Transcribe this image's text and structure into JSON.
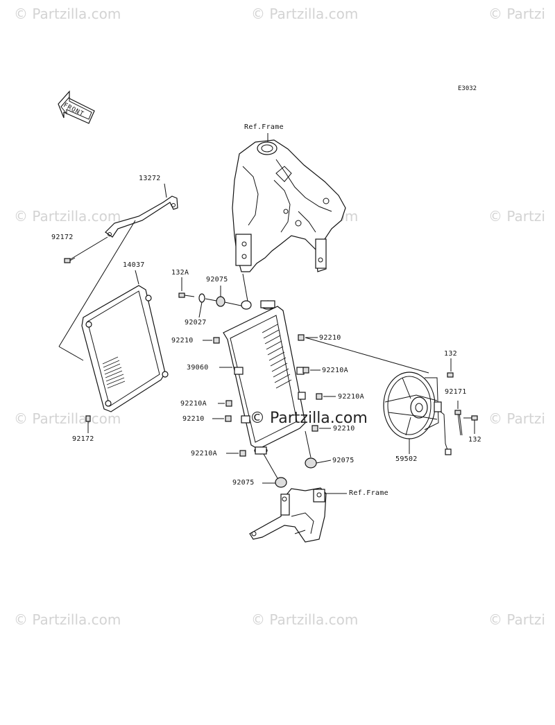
{
  "diagram_code": "E3032",
  "front_arrow_text": "FRONT",
  "watermark_text": "© Partzilla.com",
  "watermark_edge_text": "© Partzi",
  "center_watermark_text": "© Partzilla.com",
  "labels": {
    "ref_frame_top": "Ref.Frame",
    "ref_frame_bottom": "Ref.Frame",
    "p13272": "13272",
    "p92172_top": "92172",
    "p14037": "14037",
    "p92172_bottom": "92172",
    "p132A": "132A",
    "p92075_top": "92075",
    "p92027": "92027",
    "p92210_left1": "92210",
    "p92210_right1": "92210",
    "p39060": "39060",
    "p92210A_right1": "92210A",
    "p92210A_left1": "92210A",
    "p92210A_right2": "92210A",
    "p92210_left2": "92210",
    "p92210_right2": "92210",
    "p92210A_left2": "92210A",
    "p92075_right": "92075",
    "p92075_left": "92075",
    "p132_top": "132",
    "p92171": "92171",
    "p132_bottom": "132",
    "p59502": "59502"
  }
}
